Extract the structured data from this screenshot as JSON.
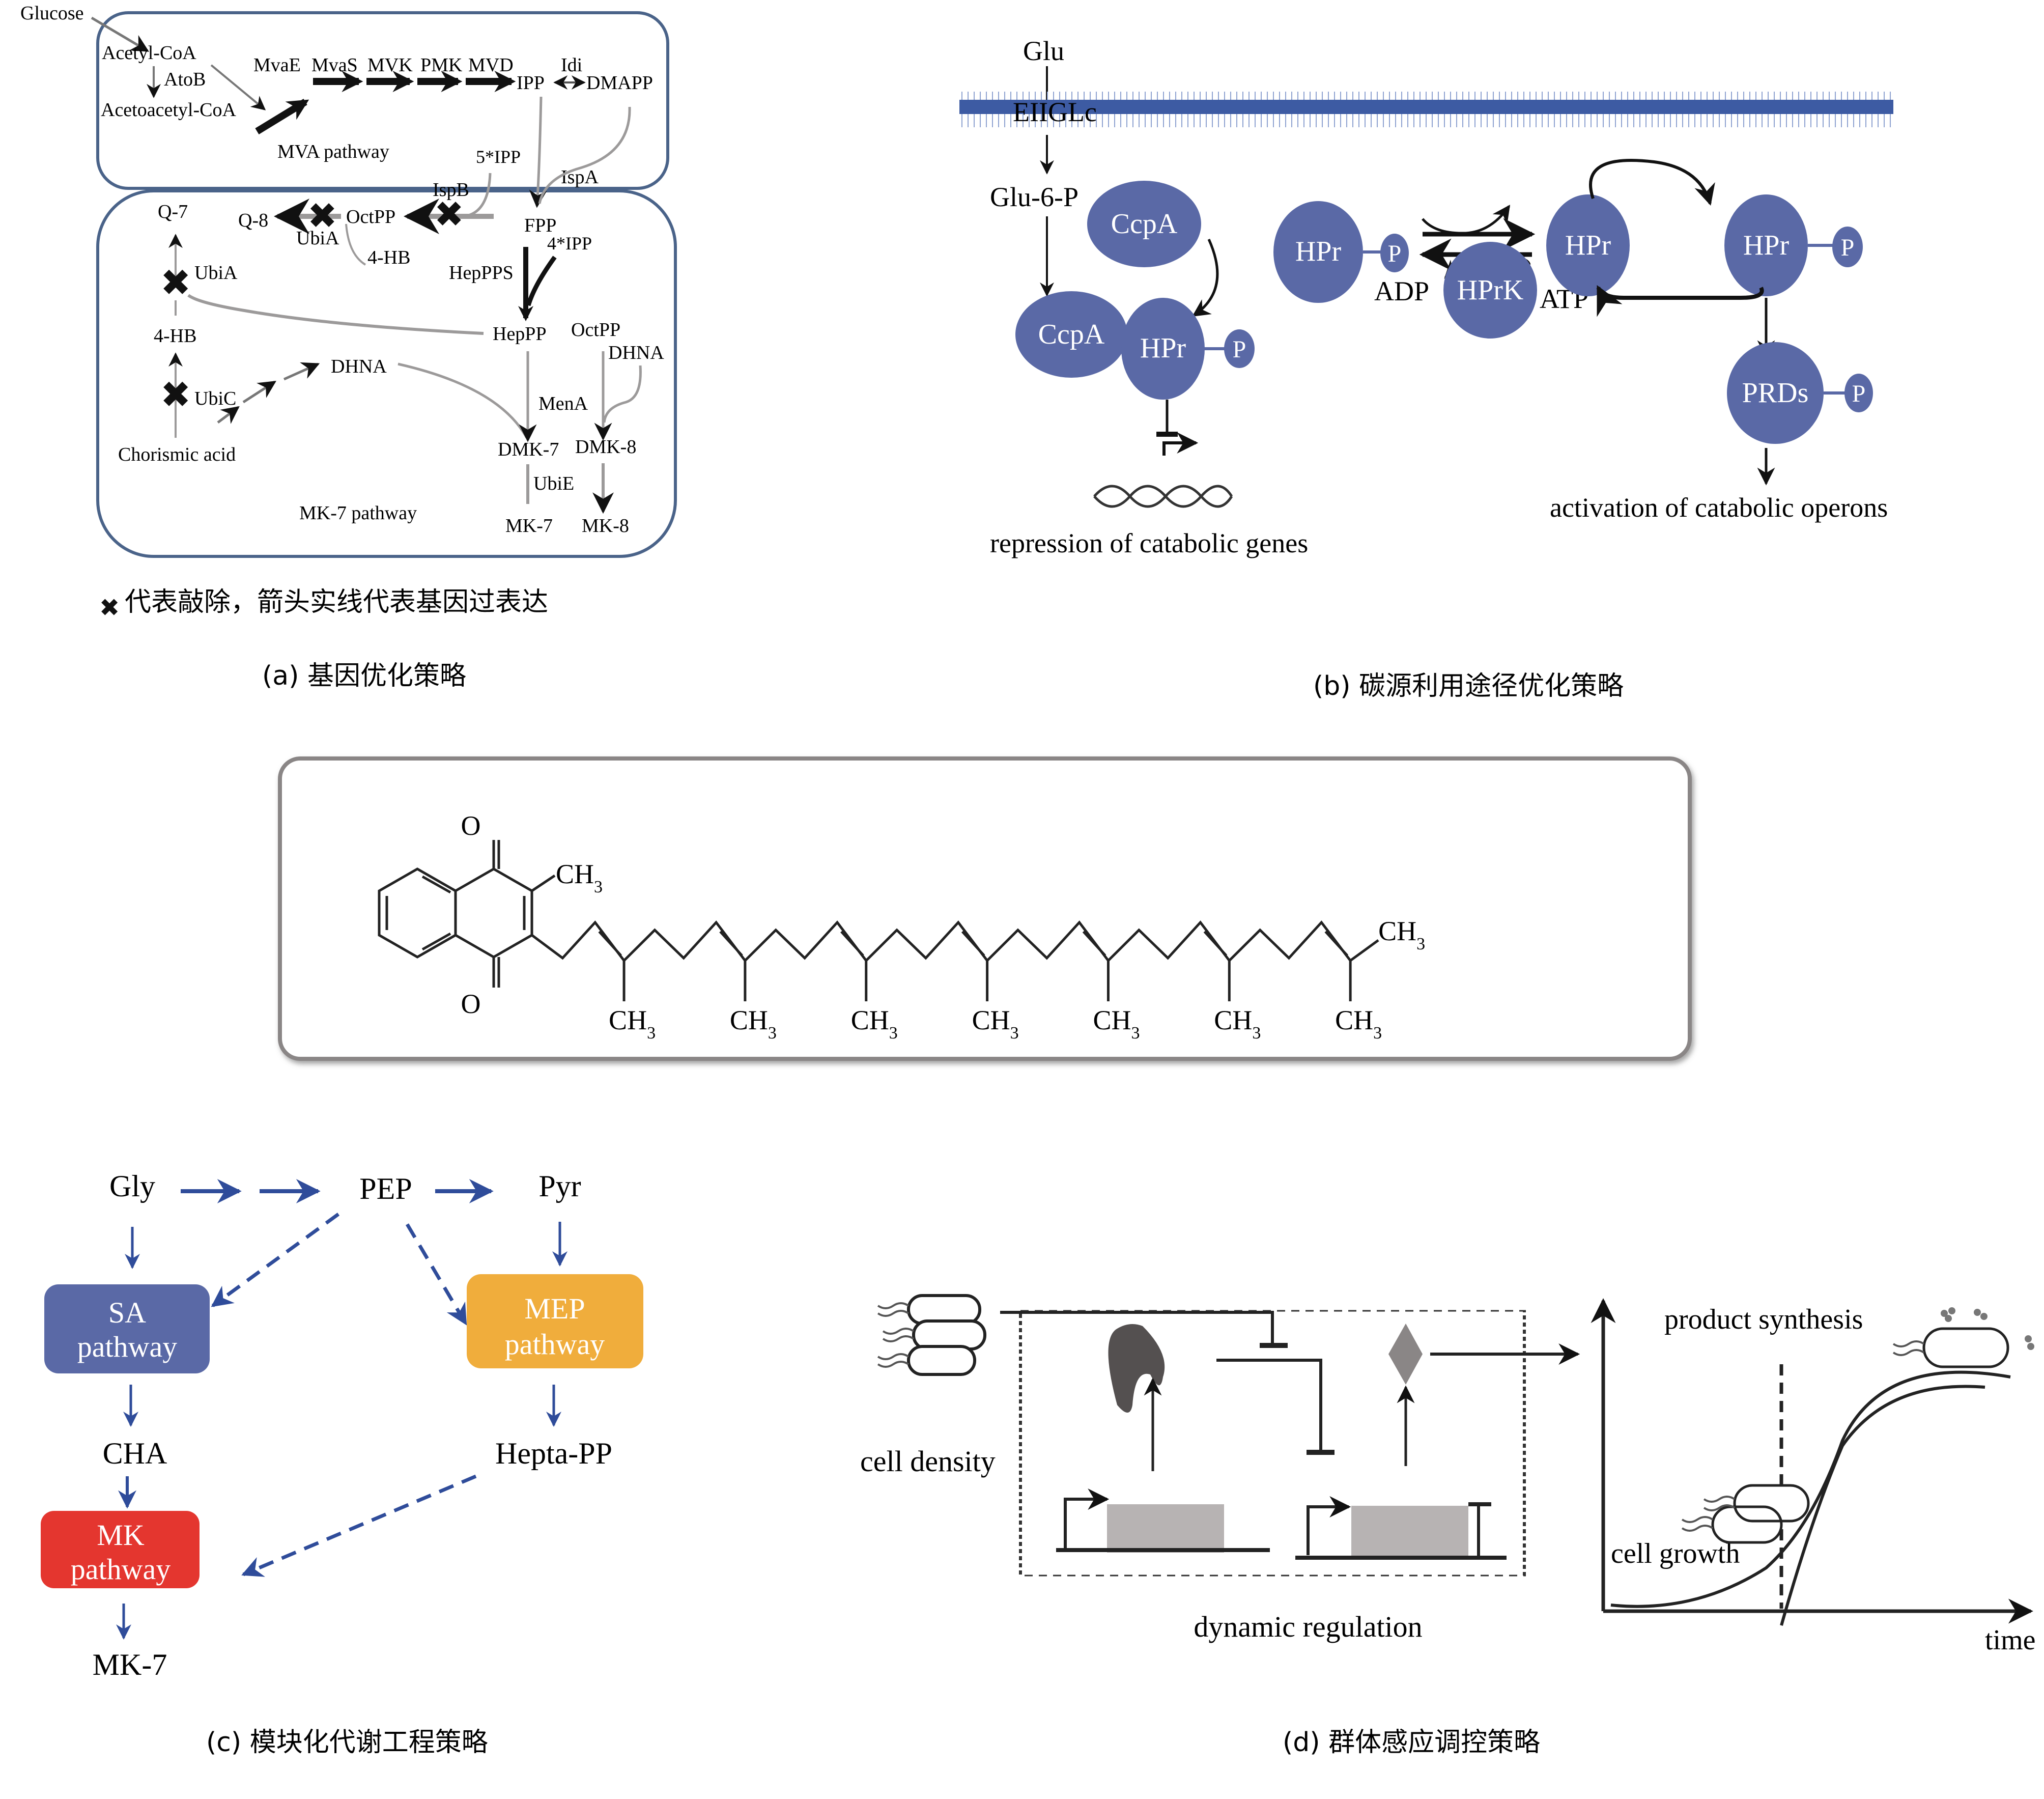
{
  "colors": {
    "protein_blue": "#5a69a6",
    "membrane_blue": "#3d5ba3",
    "pathway_box_border": "#4a6389",
    "arrow_blue": "#2f4c9a",
    "sa_box": "#5a69a6",
    "mep_box": "#f0ad3c",
    "mk_box": "#e4362f",
    "gray_line": "#9c9a9a",
    "gene_box_gray": "#b7b3b3",
    "repressor_dark": "#545050",
    "signal_diamond": "#8a8686"
  },
  "panel_a": {
    "glucose": "Glucose",
    "acetyl_coa": "Acetyl-CoA",
    "atob": "AtoB",
    "acetoacetyl_coa": "Acetoacetyl-CoA",
    "mva_enzymes": [
      "MvaE",
      "MvaS",
      "MVK",
      "PMK",
      "MVD"
    ],
    "ipp": "IPP",
    "idi": "Idi",
    "dmapp": "DMAPP",
    "mva_pathway": "MVA pathway",
    "five_ipp": "5*IPP",
    "ispa": "IspA",
    "ispb": "IspB",
    "fpp": "FPP",
    "four_ipp": "4*IPP",
    "octpp": "OctPP",
    "q8": "Q-8",
    "q7": "Q-7",
    "ubia_top": "UbiA",
    "hb_top": "4-HB",
    "ubia_left": "UbiA",
    "hepps": "HepPPS",
    "heppp": "HepPP",
    "octpp_right": "OctPP",
    "dhna_right": "DHNA",
    "hb_left": "4-HB",
    "dhna_mid": "DHNA",
    "ubic": "UbiC",
    "mena": "MenA",
    "chorismic": "Chorismic acid",
    "dmk7": "DMK-7",
    "dmk8": "DMK-8",
    "ubie": "UbiE",
    "mk7_pathway": "MK-7 pathway",
    "mk7": "MK-7",
    "mk8": "MK-8",
    "legend": "代表敲除，箭头实线代表基因过表达",
    "caption": "(a) 基因优化策略"
  },
  "panel_b": {
    "glu": "Glu",
    "eiiglc": "EIIGLc",
    "glu6p": "Glu-6-P",
    "ccpa": "CcpA",
    "ccpa_complex": "CcpA",
    "hpr_complex": "HPr",
    "p": "P",
    "hpr_left": "HPr",
    "hpr_mid": "HPr",
    "hpr_right": "HPr",
    "hprk": "HPrK",
    "adp": "ADP",
    "atp": "ATP",
    "prds": "PRDs",
    "repression": "repression of catabolic genes",
    "activation": "activation of catabolic operons",
    "caption": "(b) 碳源利用途径优化策略"
  },
  "structure": {
    "o_top": "O",
    "o_bottom": "O",
    "ch3": "CH",
    "sub3": "3",
    "isoprene_units": 7
  },
  "panel_c": {
    "gly": "Gly",
    "pep": "PEP",
    "pyr": "Pyr",
    "sa": [
      "SA",
      "pathway"
    ],
    "mep": [
      "MEP",
      "pathway"
    ],
    "cha": "CHA",
    "hepta": "Hepta-PP",
    "mk": [
      "MK",
      "pathway"
    ],
    "mk7": "MK-7",
    "caption": "(c) 模块化代谢工程策略"
  },
  "panel_d": {
    "cell_density": "cell density",
    "dynamic_regulation": "dynamic regulation",
    "product_synthesis": "product synthesis",
    "cell_growth": "cell growth",
    "time": "time",
    "caption": "(d) 群体感应调控策略"
  }
}
